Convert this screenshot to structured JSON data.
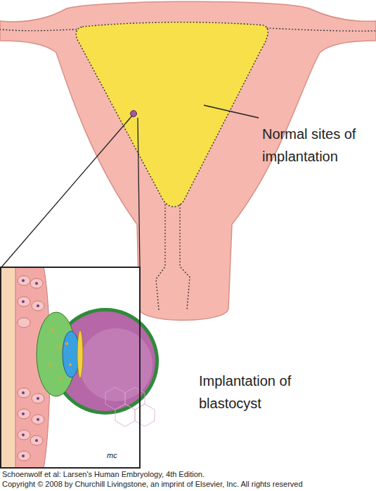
{
  "diagram": {
    "labels": [
      "Normal sites of implantation",
      "Implantation of blastocyst",
      "mc",
      "Schoenwolf et al: Larsen's Human Embryology, 4th Edition.",
      "Copyright © 2008 by Churchill Livingstone, an imprint of Elsevier, Inc. All rights reserved"
    ]
  }
}
